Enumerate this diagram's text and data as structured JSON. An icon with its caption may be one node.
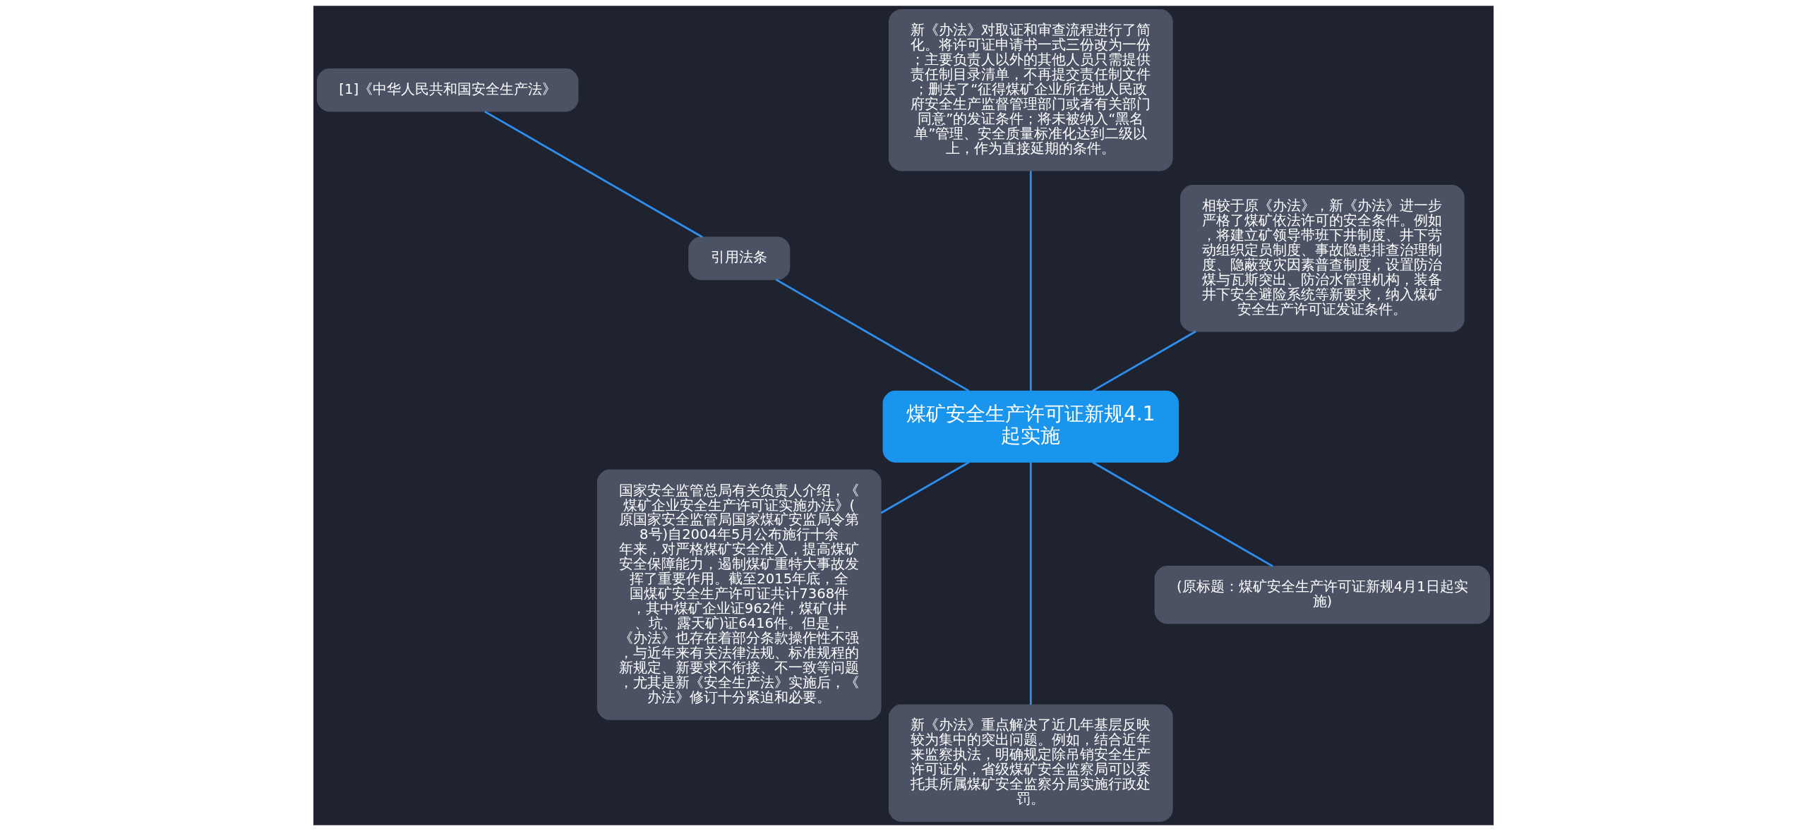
{
  "diagram": {
    "nodes": [
      {
        "text": [
          "煤矿安全生产许可证新规4.1起实施"
        ]
      },
      {
        "text": [
          "相较于原《办法》，新《办法》进一步严格了煤矿依法许可的安全条件。例如，将建立矿领导带班下井制度、井下劳动组织定员制度、事故隐患排查治理制度、隐蔽致灾因素普查制度，设置防治煤与瓦斯突出、防治水管理机构，装备井下安全避险系统等新要求，纳入煤矿安全生产许可证发证条件。"
        ]
      },
      {
        "text": [
          "新《办法》对取证和审查流程进行了简化。将许可证申请书一式三份改为一份；主要负责人以外的其他人员只需提供责任制目录清单，不再提交责任制文件；删去了“征得煤矿企业所在地人民政府安全生产监督管理部门或者有关部门同意”的发证条件；将未被纳入“黑名单”管理、安全质量标准化达到二级以上，作为直接延期的条件。"
        ]
      },
      {
        "text": [
          "引用法条"
        ]
      },
      {
        "text": [
          "[1]《中华人民共和国安全生产法》"
        ]
      },
      {
        "text": [
          "国家安全监管总局有关负责人介绍，《煤矿企业安全生产许可证实施办法》(原国家安全监管局国家煤矿安监局令第8号)自2004年5月公布施行十余年来，对严格煤矿安全准入，提高煤矿安全保障能力，遏制煤矿重特大事故发挥了重要作用。截至2015年底，全国煤矿安全生产许可证共计7368件，其中煤矿企业证962件，煤矿(井、坑、露天矿)证6416件。但是，《办法》也存在着部分条款操作性不强，与近年来有关法律法规、标准规程的新规定、新要求不衔接、不一致等问题，尤其是新《安全生产法》实施后，《办法》修订十分紧迫和必要。"
        ]
      },
      {
        "text": [
          "新《办法》重点解决了近几年基层反映较为集中的突出问题。例如，结合近年来监察执法，明确规定除吊销安全生产许可证外，省级煤矿安全监察局可以委托其所属煤矿安全监察分局实施行政处罚。"
        ]
      },
      {
        "text": [
          "(原标题：煤矿安全生产许可证新规4月1日起实施)"
        ]
      }
    ],
    "edges": [
      {
        "from": 0,
        "to": 1,
        "arrow": "none"
      },
      {
        "from": 0,
        "to": 2,
        "arrow": "none"
      },
      {
        "from": 0,
        "to": 3,
        "arrow": "none"
      },
      {
        "from": 3,
        "to": 4,
        "arrow": "none"
      },
      {
        "from": 0,
        "to": 5,
        "arrow": "none"
      },
      {
        "from": 0,
        "to": 6,
        "arrow": "none"
      },
      {
        "from": 0,
        "to": 7,
        "arrow": "none"
      }
    ]
  }
}
